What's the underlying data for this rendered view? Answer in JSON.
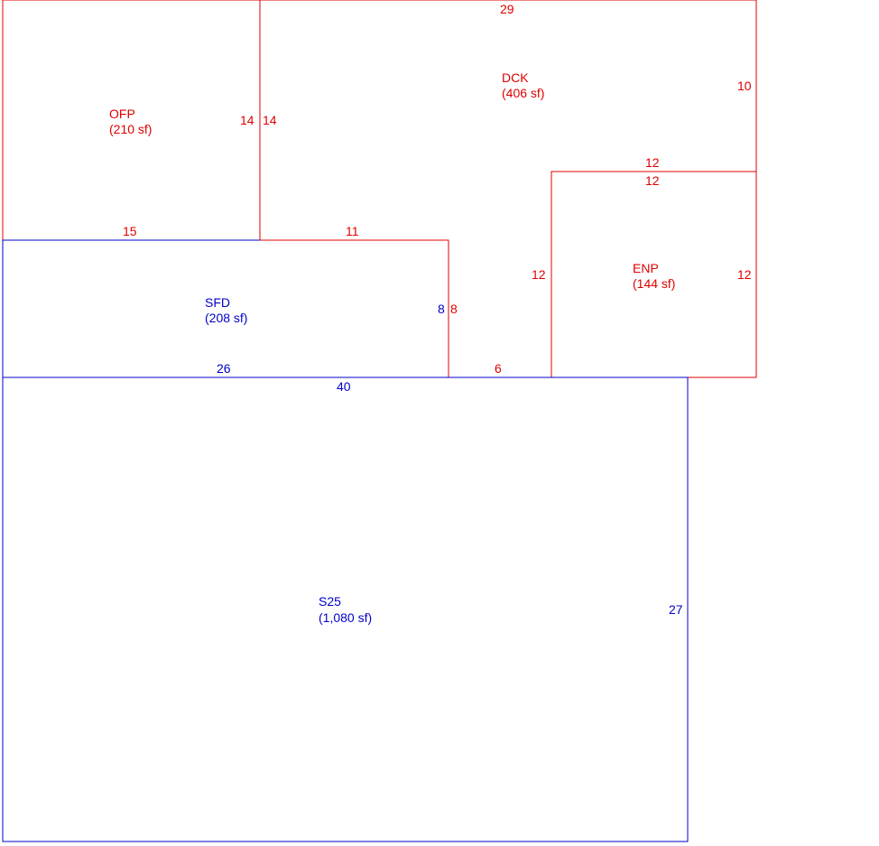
{
  "colors": {
    "living_area": "#0000c8",
    "improvement": "#e00000",
    "background": "#ffffff"
  },
  "areas": {
    "ofp": {
      "code": "OFP",
      "area": "(210 sf)"
    },
    "dck": {
      "code": "DCK",
      "area": "(406 sf)"
    },
    "enp": {
      "code": "ENP",
      "area": "(144 sf)"
    },
    "sfd": {
      "code": "SFD",
      "area": "(208 sf)"
    },
    "s25": {
      "code": "S25",
      "area": "(1,080 sf)"
    }
  },
  "dimensions": {
    "dck_top": "29",
    "dck_right": "10",
    "ofp_right": "14",
    "dck_left": "14",
    "enp_top_outer": "12",
    "enp_top_inner": "12",
    "ofp_bottom": "15",
    "dck_bottom_upper": "11",
    "enp_left": "12",
    "enp_right": "12",
    "sfd_right": "8",
    "dck_inner_right": "8",
    "sfd_bottom": "26",
    "dck_bottom_lower": "6",
    "s25_top": "40",
    "s25_right": "27"
  }
}
